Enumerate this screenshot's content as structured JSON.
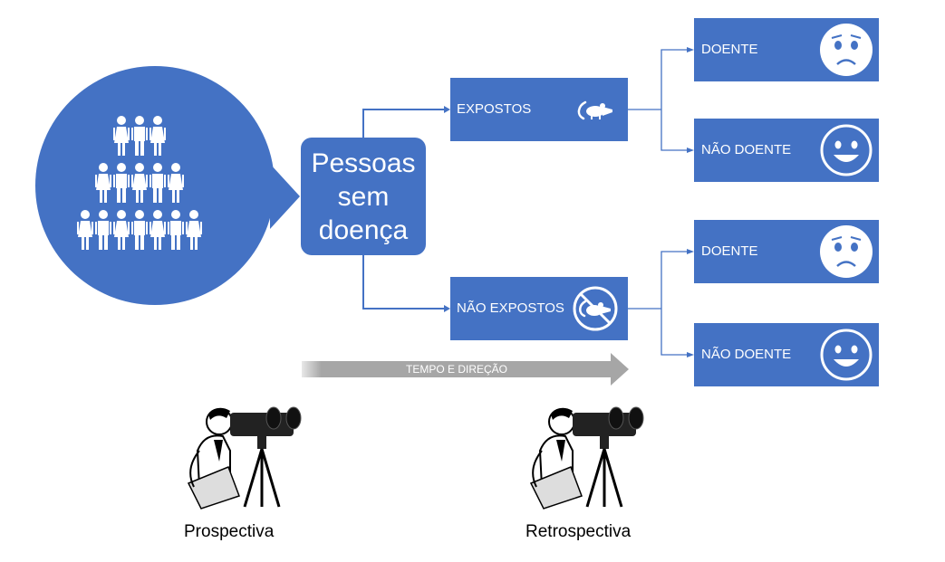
{
  "center": {
    "text": "Pessoas\nsem\ndoença"
  },
  "groups": {
    "exposed": {
      "label": "EXPOSTOS",
      "icon": "rat-icon"
    },
    "not_exposed": {
      "label": "NÃO EXPOSTOS",
      "icon": "no-rat-icon"
    }
  },
  "outcomes": {
    "exposed_sick": {
      "label": "DOENTE",
      "icon": "sad-face-icon"
    },
    "exposed_healthy": {
      "label": "NÃO DOENTE",
      "icon": "happy-face-icon"
    },
    "not_exposed_sick": {
      "label": "DOENTE",
      "icon": "sad-face-icon"
    },
    "not_exposed_healthy": {
      "label": "NÃO DOENTE",
      "icon": "happy-face-icon"
    }
  },
  "time_arrow": {
    "label": "TEMPO E DIREÇÃO"
  },
  "captions": {
    "prospective": "Prospectiva",
    "retrospective": "Retrospectiva"
  },
  "colors": {
    "primary": "#4472c4",
    "arrow_gray": "#a6a6a6",
    "white": "#ffffff"
  }
}
